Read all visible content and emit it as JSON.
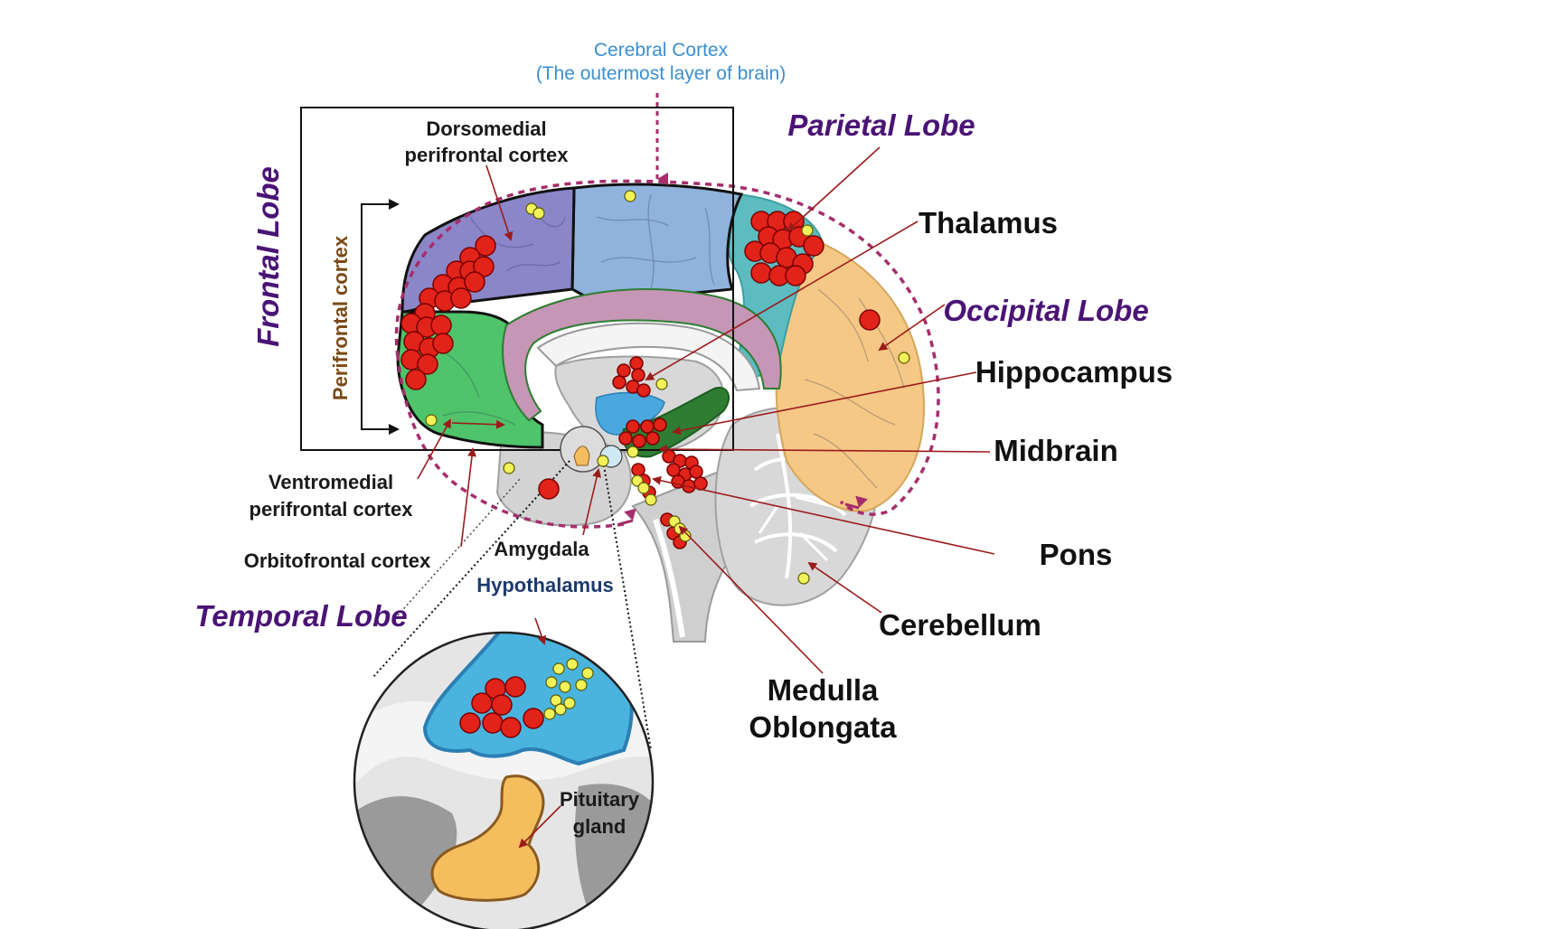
{
  "labels": {
    "cerebral_cortex": "Cerebral Cortex",
    "cerebral_cortex_sub": "(The outermost layer of brain)",
    "parietal_lobe": "Parietal Lobe",
    "frontal_lobe": "Frontal Lobe",
    "occipital_lobe": "Occipital Lobe",
    "temporal_lobe": "Temporal Lobe",
    "thalamus": "Thalamus",
    "hippocampus": "Hippocampus",
    "midbrain": "Midbrain",
    "pons": "Pons",
    "cerebellum": "Cerebellum",
    "medulla_1": "Medulla",
    "medulla_2": "Oblongata",
    "dorsomedial_1": "Dorsomedial",
    "dorsomedial_2": "perifrontal cortex",
    "perifrontal": "Perifrontal cortex",
    "ventromedial_1": "Ventromedial",
    "ventromedial_2": "perifrontal cortex",
    "orbitofrontal": "Orbitofrontal cortex",
    "amygdala": "Amygdala",
    "hypothalamus": "Hypothalamus",
    "pituitary_1": "Pituitary",
    "pituitary_2": "gland"
  },
  "colors": {
    "dorsomedial": "#8a86c8",
    "ventromedial": "#4fc46a",
    "parietal": "#8fb3dc",
    "teal": "#5cbcc0",
    "occipital": "#f5c885",
    "cingulate": "#c596b5",
    "hippocampus": "#2e7d32",
    "ventricle": "#4aa8de",
    "arrow": "#9b1b1b",
    "outline_dash": "#a52e6b",
    "lobe_text": "#4a1475",
    "cortex_text": "#3b8fd0",
    "marker_red": "#e2231a",
    "marker_yellow": "#f2f25a"
  }
}
